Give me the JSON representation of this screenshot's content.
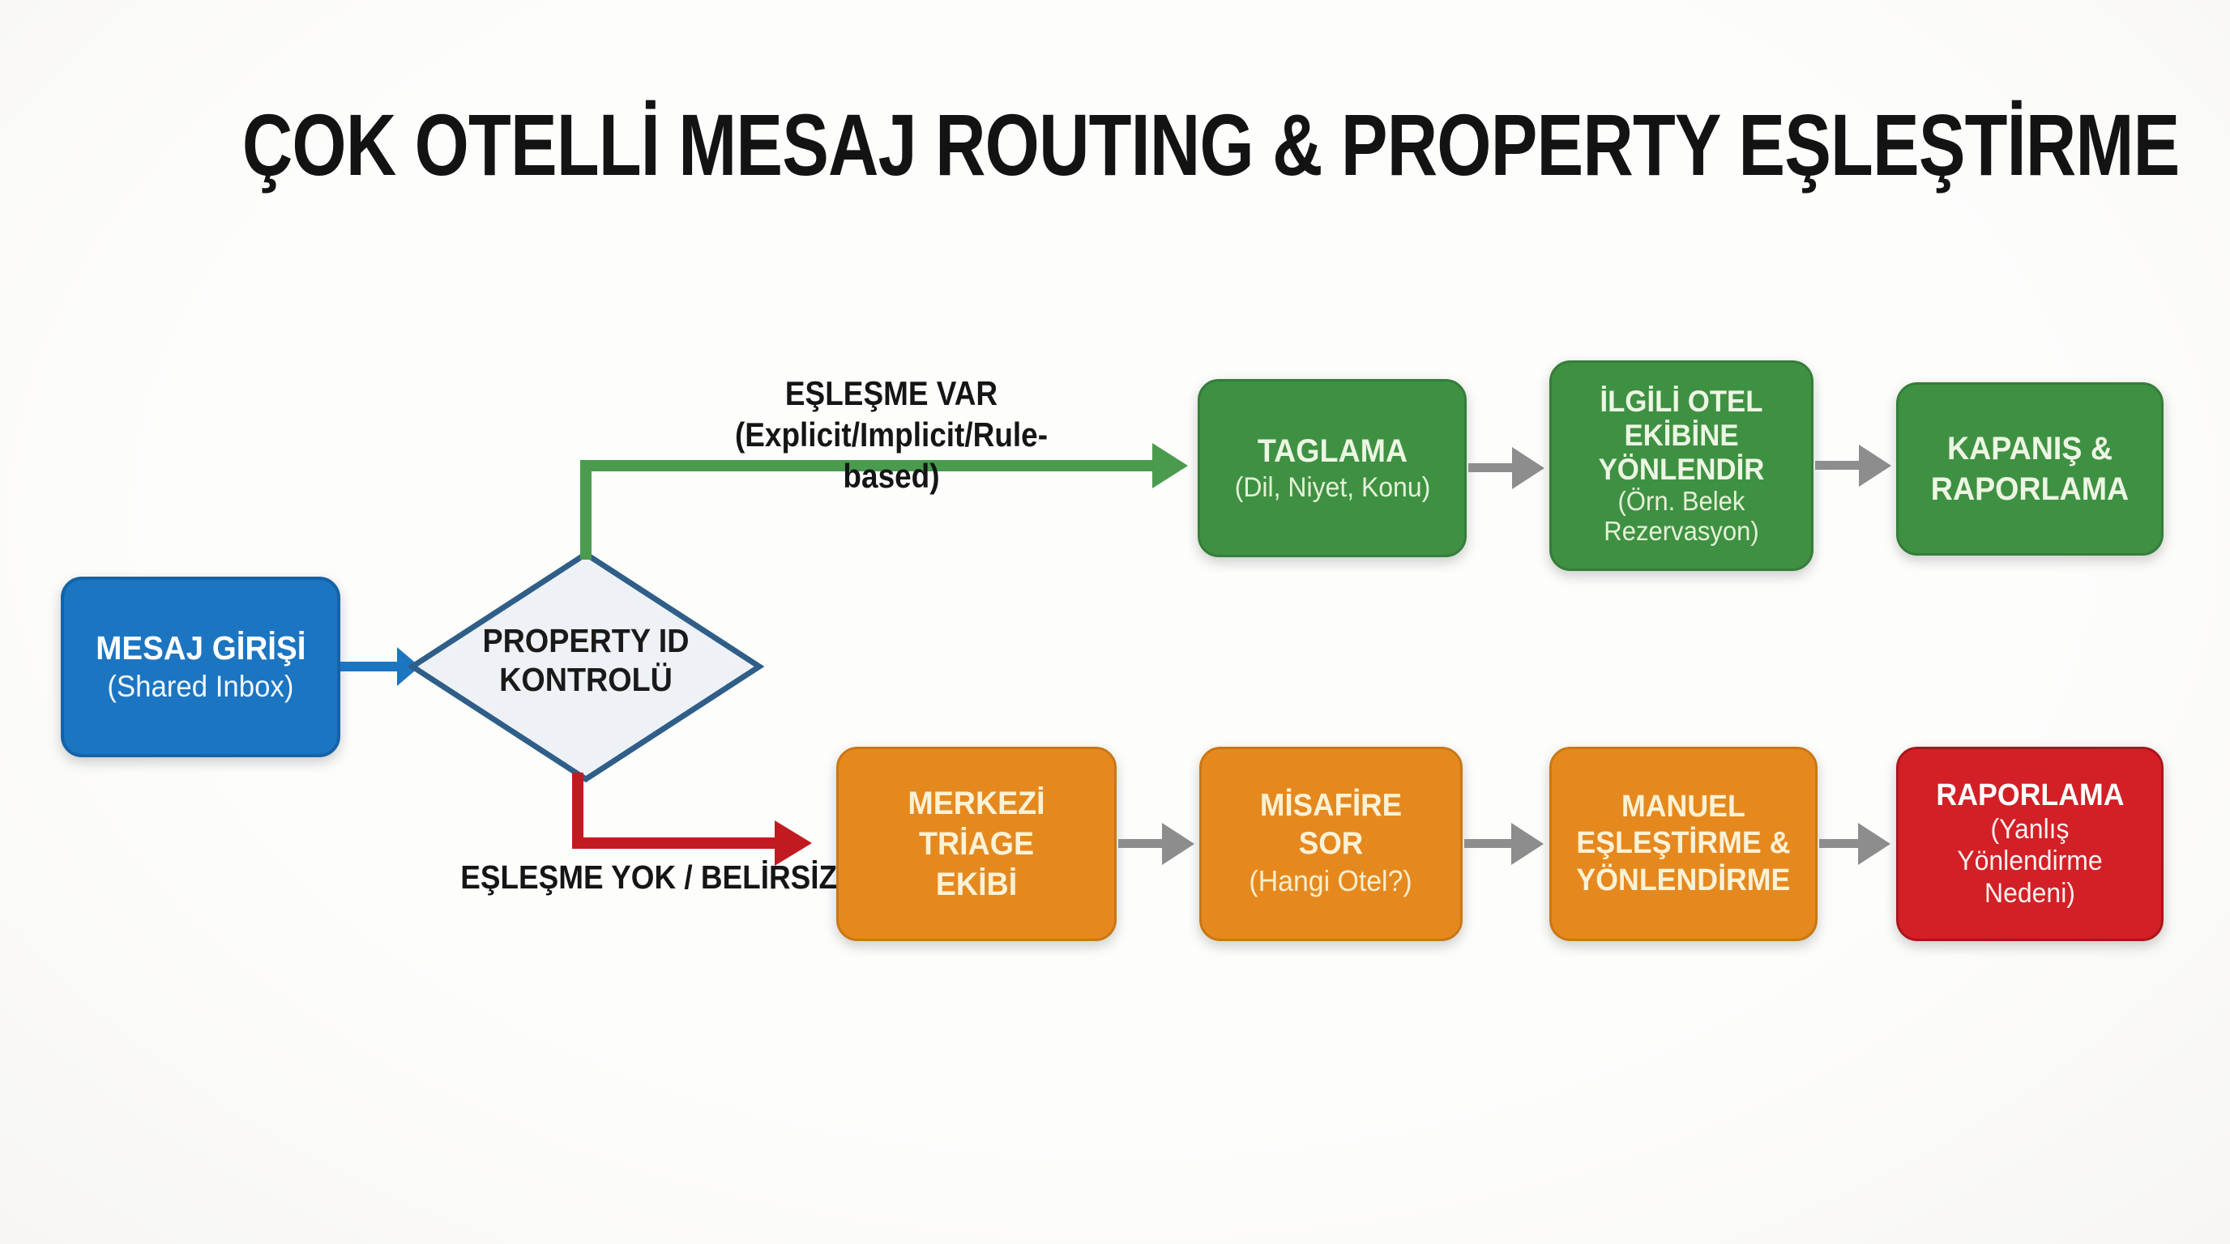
{
  "title": "ÇOK OTELLİ MESAJ ROUTING & PROPERTY EŞLEŞTİRME",
  "colors": {
    "background": "#fdfdfc",
    "blue_node": "#1c75c1",
    "green_node": "#3e9142",
    "orange_node": "#e5891f",
    "red_node": "#d22026",
    "diamond_fill": "#eef2f7",
    "diamond_border": "#2f5e88",
    "match_line": "#4a9b4d",
    "no_match_line": "#c11b21",
    "gray_arrow": "#8d8d8d",
    "title_text": "#131313"
  },
  "nodes": {
    "mesaj_girisi": {
      "title": "MESAJ GİRİŞİ",
      "subtitle": "(Shared Inbox)"
    },
    "property_id_kontrolu": {
      "title": "PROPERTY ID KONTROLÜ"
    },
    "taglama": {
      "title": "TAGLAMA",
      "subtitle": "(Dil, Niyet, Konu)"
    },
    "ilgili_otel": {
      "title": "İLGİLİ OTEL EKİBİNE YÖNLENDİR",
      "subtitle": "(Örn. Belek Rezervasyon)"
    },
    "kapanis": {
      "title": "KAPANIŞ & RAPORLAMA"
    },
    "merkezi_triage": {
      "title": "MERKEZİ TRİAGE EKİBİ"
    },
    "misafire_sor": {
      "title": "MİSAFİRE SOR",
      "subtitle": "(Hangi Otel?)"
    },
    "manuel_eslestirme": {
      "title": "MANUEL EŞLEŞTİRME & YÖNLENDİRME"
    },
    "raporlama": {
      "title": "RAPORLAMA",
      "subtitle": "(Yanlış Yönlendirme Nedeni)"
    }
  },
  "edges": {
    "match": {
      "line1": "EŞLEŞME VAR",
      "line2": "(Explicit/Implicit/Rule-based)"
    },
    "no_match": {
      "label": "EŞLEŞME YOK / BELİRSİZ"
    }
  }
}
